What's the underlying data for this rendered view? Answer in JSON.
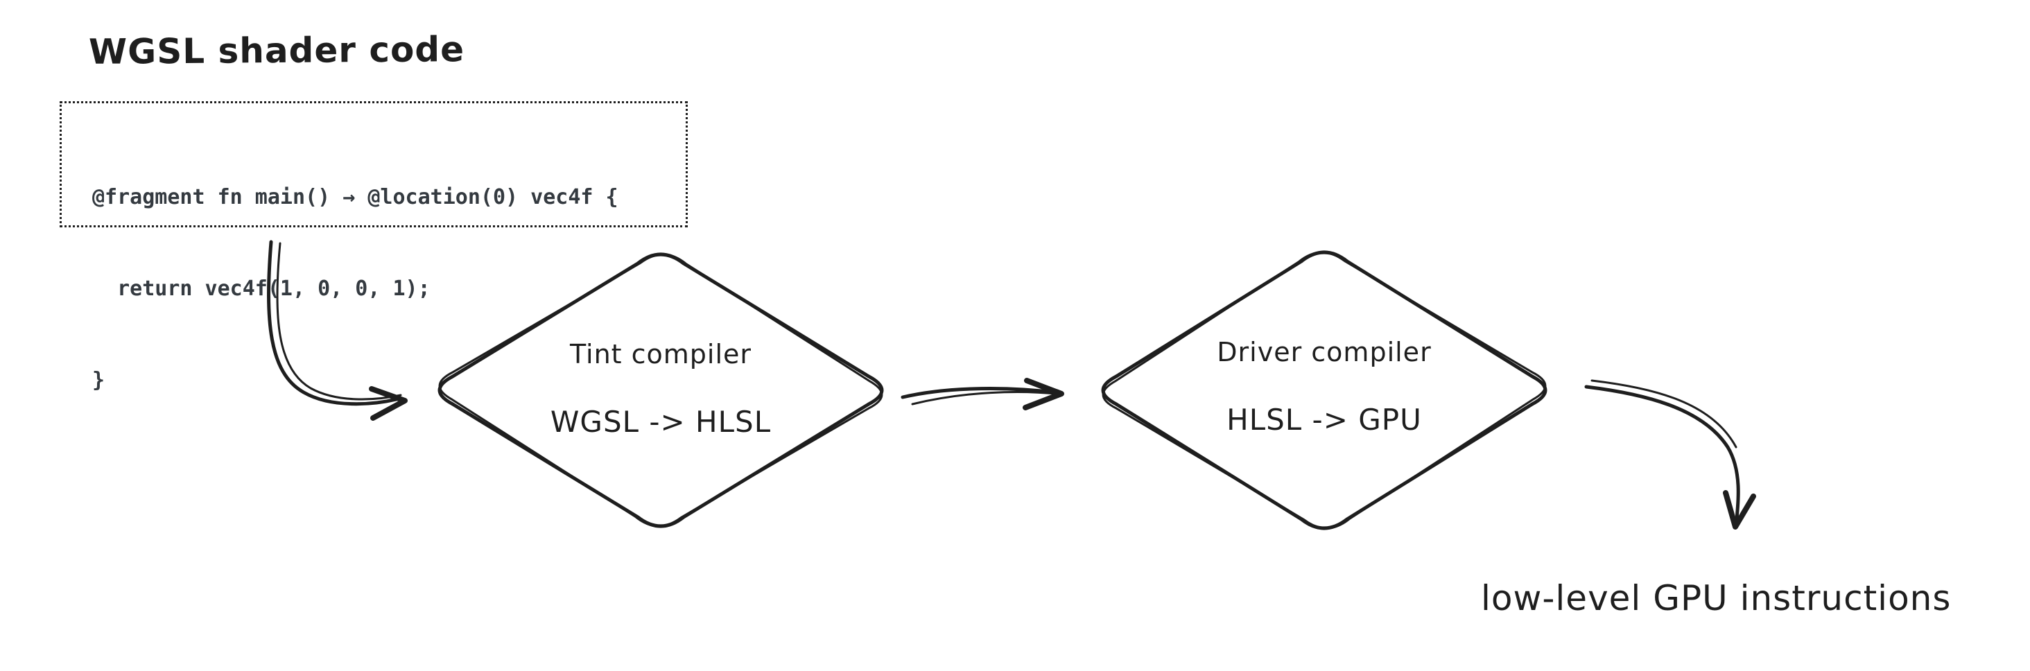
{
  "diagram": {
    "background_color": "#ffffff",
    "stroke_color": "#1e1e1e",
    "title": "WGSL shader code",
    "code_box": {
      "text_color": "#343a40",
      "lines": {
        "0": "@fragment fn main() → @location(0) vec4f {",
        "1": "  return vec4f(1, 0, 0, 1);",
        "2": "}"
      }
    },
    "nodes": {
      "tint": {
        "label": "Tint compiler",
        "sublabel": "WGSL -> HLSL"
      },
      "driver": {
        "label": "Driver compiler",
        "sublabel": "HLSL -> GPU"
      }
    },
    "output_label": "low-level GPU instructions",
    "arrows": {
      "code_to_tint": "code box → Tint compiler",
      "tint_to_driver": "Tint compiler → Driver compiler",
      "driver_to_output": "Driver compiler → low-level GPU instructions"
    }
  }
}
